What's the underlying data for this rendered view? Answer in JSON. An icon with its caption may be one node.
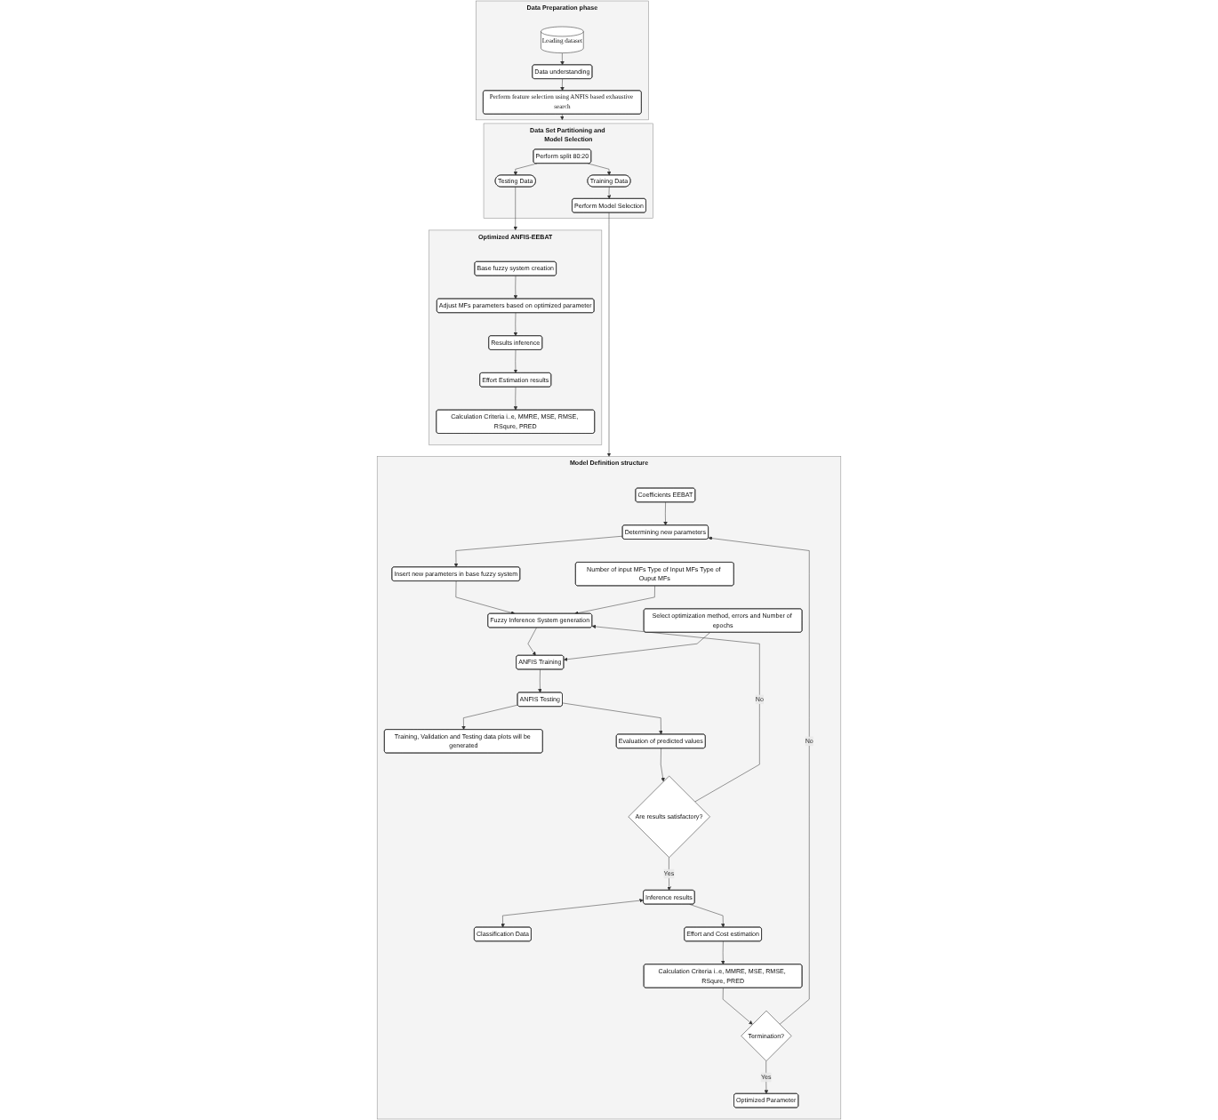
{
  "diagram": {
    "nodes": [
      {
        "text": [
          "Data Preparation phase"
        ]
      },
      {
        "text": [
          "Loading dataset"
        ],
        "in": 0
      },
      {
        "text": [
          "Data understanding"
        ],
        "in": 0
      },
      {
        "text": [
          "Perform feature selection using ANFIS based exhaustive search"
        ],
        "in": 0
      },
      {
        "text": [
          "Data Set Partitioning and Model Selection"
        ]
      },
      {
        "text": [
          "Perform split 80:20"
        ],
        "in": 4
      },
      {
        "text": [
          "Training Data"
        ],
        "in": 4
      },
      {
        "text": [
          "Testing Data"
        ],
        "in": 4
      },
      {
        "text": [
          "Perform Model Selection"
        ],
        "in": 4
      },
      {
        "text": [
          "Model Definition structure"
        ]
      },
      {
        "text": [
          "Coefficients EEBAT"
        ],
        "in": 9
      },
      {
        "text": [
          "Determining new parameters"
        ],
        "in": 9
      },
      {
        "text": [
          "Insert new parameters in base fuzzy system"
        ],
        "in": 9
      },
      {
        "text": [
          "Number of input MFs Type of Input MFs Type of Ouput MFs"
        ],
        "in": 9
      },
      {
        "text": [
          "Fuzzy Inference System generation"
        ],
        "in": 9
      },
      {
        "text": [
          "Select optimization method, errors and Number of epochs"
        ],
        "in": 9
      },
      {
        "text": [
          "ANFIS Training"
        ],
        "in": 9
      },
      {
        "text": [
          "Training, Validation and Testing data plots will be generated"
        ],
        "in": 9
      },
      {
        "text": [
          "ANFIS Testing"
        ],
        "in": 9
      },
      {
        "text": [
          "Evaluation of predicted values"
        ],
        "in": 9
      },
      {
        "text": [
          "Are results satisfactory?"
        ],
        "in": 9
      },
      {
        "text": [
          "Inference results"
        ],
        "in": 9
      },
      {
        "text": [
          "Classification Data"
        ],
        "in": 9
      },
      {
        "text": [
          "Effort and Cost estimation"
        ],
        "in": 9
      },
      {
        "text": [
          "Optimized Parameter"
        ],
        "in": 9
      },
      {
        "text": [
          "Termination?"
        ],
        "in": 9
      },
      {
        "text": [
          "Calculation Criteria i..e, MMRE, MSE, RMSE, RSqure, PRED"
        ],
        "in": 9
      },
      {
        "text": [
          "Optimized ANFIS-EEBAT"
        ]
      },
      {
        "text": [
          "Base fuzzy system creation"
        ],
        "in": 27
      },
      {
        "text": [
          "Adjust MFs parameters based on optimized parameter"
        ],
        "in": 27
      },
      {
        "text": [
          "Results inference"
        ],
        "in": 27
      },
      {
        "text": [
          "Effort Estimation results"
        ],
        "in": 27
      },
      {
        "text": [
          "Calculation Criteria i..e, MMRE, MSE, RMSE, RSqure, PRED"
        ],
        "in": 27
      }
    ],
    "edges": [
      {
        "from": 1,
        "to": 2,
        "arrow": "to"
      },
      {
        "from": 2,
        "to": 3,
        "arrow": "to"
      },
      {
        "from": 3,
        "to": 4,
        "arrow": "to"
      },
      {
        "from": 5,
        "to": 6,
        "arrow": "to"
      },
      {
        "from": 5,
        "to": 7,
        "arrow": "to"
      },
      {
        "from": 6,
        "to": 8,
        "arrow": "to"
      },
      {
        "from": 8,
        "to": 9,
        "arrow": "to"
      },
      {
        "from": 7,
        "to": 27,
        "arrow": "to"
      },
      {
        "from": 10,
        "to": 11,
        "arrow": "to"
      },
      {
        "from": 11,
        "to": 12,
        "arrow": "to"
      },
      {
        "from": 12,
        "to": 14,
        "arrow": "to"
      },
      {
        "from": 13,
        "to": 14,
        "arrow": "to"
      },
      {
        "from": 14,
        "to": 16,
        "arrow": "to"
      },
      {
        "from": 15,
        "to": 16,
        "arrow": "to"
      },
      {
        "from": 16,
        "to": 18,
        "arrow": "to"
      },
      {
        "from": 18,
        "to": 17,
        "arrow": "to"
      },
      {
        "from": 18,
        "to": 19,
        "arrow": "to"
      },
      {
        "from": 19,
        "to": 20,
        "arrow": "to"
      },
      {
        "from": 20,
        "to": 14,
        "arrow": "to",
        "label": "No"
      },
      {
        "from": 20,
        "to": 21,
        "arrow": "to",
        "label": "Yes"
      },
      {
        "from": 21,
        "to": 22,
        "arrow": "both"
      },
      {
        "from": 21,
        "to": 23,
        "arrow": "to"
      },
      {
        "from": 23,
        "to": 26,
        "arrow": "to"
      },
      {
        "from": 26,
        "to": 25,
        "arrow": "to"
      },
      {
        "from": 25,
        "to": 24,
        "arrow": "to",
        "label": "Yes"
      },
      {
        "from": 25,
        "to": 11,
        "arrow": "to",
        "label": "No"
      },
      {
        "from": 28,
        "to": 29,
        "arrow": "to"
      },
      {
        "from": 29,
        "to": 30,
        "arrow": "to"
      },
      {
        "from": 30,
        "to": 31,
        "arrow": "to"
      },
      {
        "from": 31,
        "to": 32,
        "arrow": "to"
      }
    ]
  }
}
